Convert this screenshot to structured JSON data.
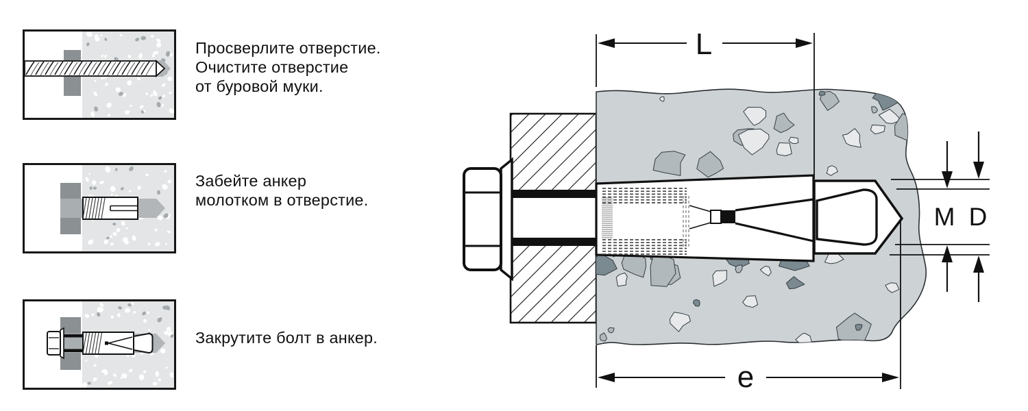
{
  "steps": [
    {
      "id": 1,
      "lines": [
        "Просверлите отверстие.",
        "Очистите отверстие",
        "от буровой муки."
      ]
    },
    {
      "id": 2,
      "lines": [
        "Забейте анкер",
        "молотком в отверстие."
      ]
    },
    {
      "id": 3,
      "lines": [
        "Закрутите болт в анкер."
      ]
    }
  ],
  "dimensions": {
    "length": "L",
    "embedment": "e",
    "thread": "M",
    "drill_diameter": "D"
  },
  "colors": {
    "line": "#111111",
    "concrete_base": "#cdd2d5",
    "concrete_outline": "#2a2f33",
    "aggregate_light": "#e7e9ea",
    "aggregate_medium": "#b2b9bd",
    "aggregate_dark": "#7b8990",
    "panel_concrete": "#e3e5e6",
    "speckle_white": "#ffffff",
    "speckle_gray": "#a4aaad",
    "plate_dark": "#8b9093",
    "plate_medium": "#a9aeb1",
    "hole_gray": "#b2b6b9",
    "knurl_dark": "#474747",
    "knurl_mid": "#8a8a8a"
  }
}
